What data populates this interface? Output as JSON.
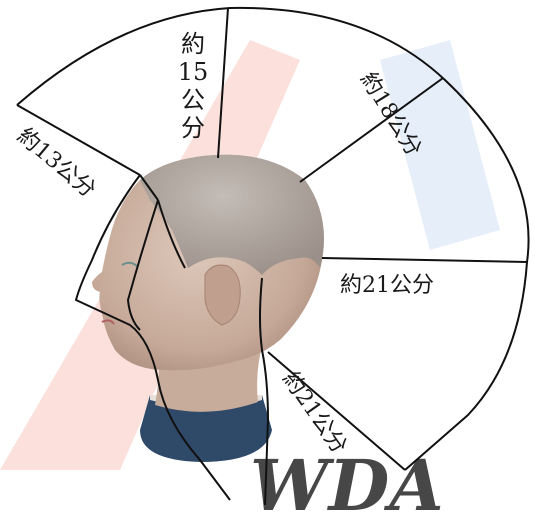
{
  "labels": {
    "top_section": [
      "約",
      "15",
      "公",
      "分"
    ],
    "left_section": "約13公分",
    "upper_right_section": "約18公分",
    "middle_right_section": "約21公分",
    "lower_right_section": "約21公分"
  },
  "watermark": {
    "text": "WDA"
  },
  "colors": {
    "line": "#111111",
    "skin": "#c9ad9d",
    "stand": "#2c4a66",
    "watermark_red": "#f7c4bd",
    "watermark_blue": "#dde9f7"
  }
}
